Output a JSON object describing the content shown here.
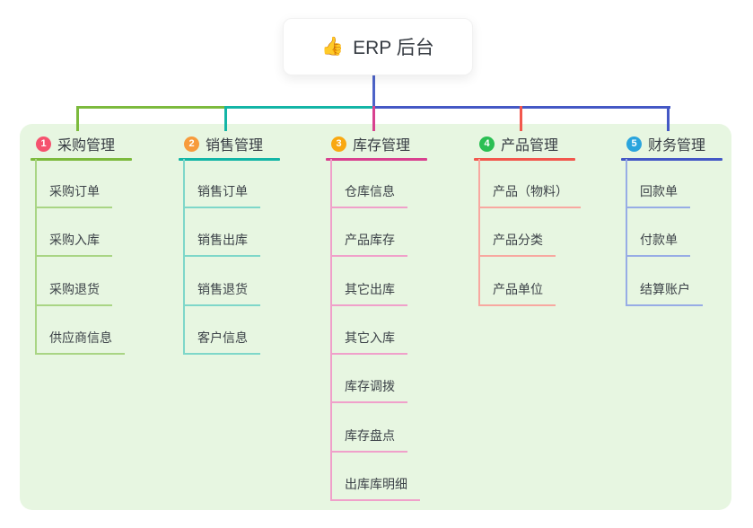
{
  "root": {
    "icon_glyph": "👍",
    "label": "ERP 后台"
  },
  "panel": {
    "bg_color": "#e7f6e1"
  },
  "connector": {
    "trunk_color": "#4d63c8"
  },
  "branches": [
    {
      "num": "1",
      "title": "采购管理",
      "badge_color": "#f5526e",
      "line_color": "#7cba3d",
      "child_line_color": "#a9d584",
      "children": [
        "采购订单",
        "采购入库",
        "采购退货",
        "供应商信息"
      ]
    },
    {
      "num": "2",
      "title": "销售管理",
      "badge_color": "#f79b3c",
      "line_color": "#13b5a6",
      "child_line_color": "#7ed7c9",
      "children": [
        "销售订单",
        "销售出库",
        "销售退货",
        "客户信息"
      ]
    },
    {
      "num": "3",
      "title": "库存管理",
      "badge_color": "#f9a811",
      "line_color": "#d8418f",
      "child_line_color": "#f0a0ca",
      "children": [
        "仓库信息",
        "产品库存",
        "其它出库",
        "其它入库",
        "库存调拨",
        "库存盘点",
        "出库库明细"
      ]
    },
    {
      "num": "4",
      "title": "产品管理",
      "badge_color": "#2bbf53",
      "line_color": "#f2574d",
      "child_line_color": "#f8a8a0",
      "children": [
        "产品（物料）",
        "产品分类",
        "产品单位"
      ]
    },
    {
      "num": "5",
      "title": "财务管理",
      "badge_color": "#2aa4dd",
      "line_color": "#4458c5",
      "child_line_color": "#97ace5",
      "children": [
        "回款单",
        "付款单",
        "结算账户"
      ]
    }
  ]
}
